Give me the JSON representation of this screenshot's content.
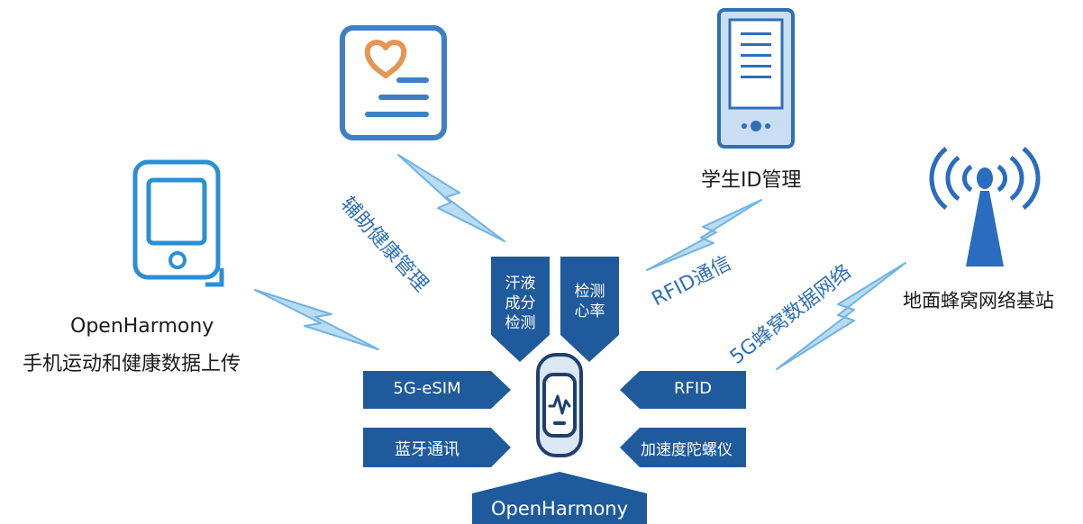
{
  "nodes": {
    "phone_title": "OpenHarmony",
    "phone_desc": "手机运动和健康数据上传",
    "student_id": "学生ID管理",
    "base_station": "地面蜂窝网络基站"
  },
  "links": {
    "health": "辅助健康管理",
    "rfid": "RFID通信",
    "cellular": "5G蜂窝数据网络"
  },
  "features": {
    "sweat_line1": "汗液",
    "sweat_line2": "成分",
    "sweat_line3": "检测",
    "heart_line1": "检测",
    "heart_line2": "心率",
    "esim": "5G-eSIM",
    "bluetooth": "蓝牙通讯",
    "rfid": "RFID",
    "gyro": "加速度陀螺仪",
    "bottom": "OpenHarmony"
  },
  "colors": {
    "navy": "#1f5a9c",
    "icon_blue": "#2a8fd6",
    "light_blue": "#c9ddf3",
    "heart_orange": "#e59554",
    "lightning": "#8ec4ea"
  }
}
